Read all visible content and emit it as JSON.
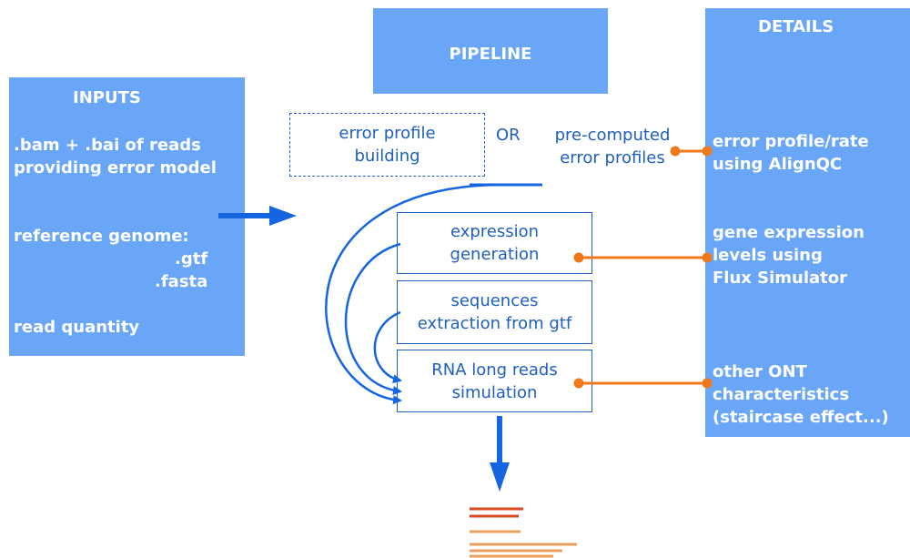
{
  "pipeline": {
    "title": "PIPELINE"
  },
  "inputs": {
    "title": "INPUTS",
    "error_model": ".bam + .bai of reads\nproviding error model",
    "reference_genome": "reference genome:",
    "gtf": ".gtf",
    "fasta": ".fasta",
    "read_quantity": "read quantity"
  },
  "details": {
    "title": "DETAILS",
    "error_profile": "error profile/rate\nusing AlignQC",
    "gene_expression": "gene expression\nlevels using\nFlux Simulator",
    "ont": "other ONT\ncharacteristics\n(staircase effect...)"
  },
  "steps": {
    "error_profile_building": "error profile\nbuilding",
    "or": "OR",
    "precomputed": "pre-computed\nerror profiles",
    "expression_generation": "expression\ngeneration",
    "sequences_extraction": "sequences\nextraction from gtf",
    "rna_simulation": "RNA long reads\nsimulation"
  },
  "colors": {
    "panel": "#6aa6f8",
    "box_border": "#1f5fbf",
    "arrow": "#1565e0",
    "connector": "#ee7a1c",
    "read_red": "#d94a1e",
    "read_orange": "#e8a05a"
  }
}
